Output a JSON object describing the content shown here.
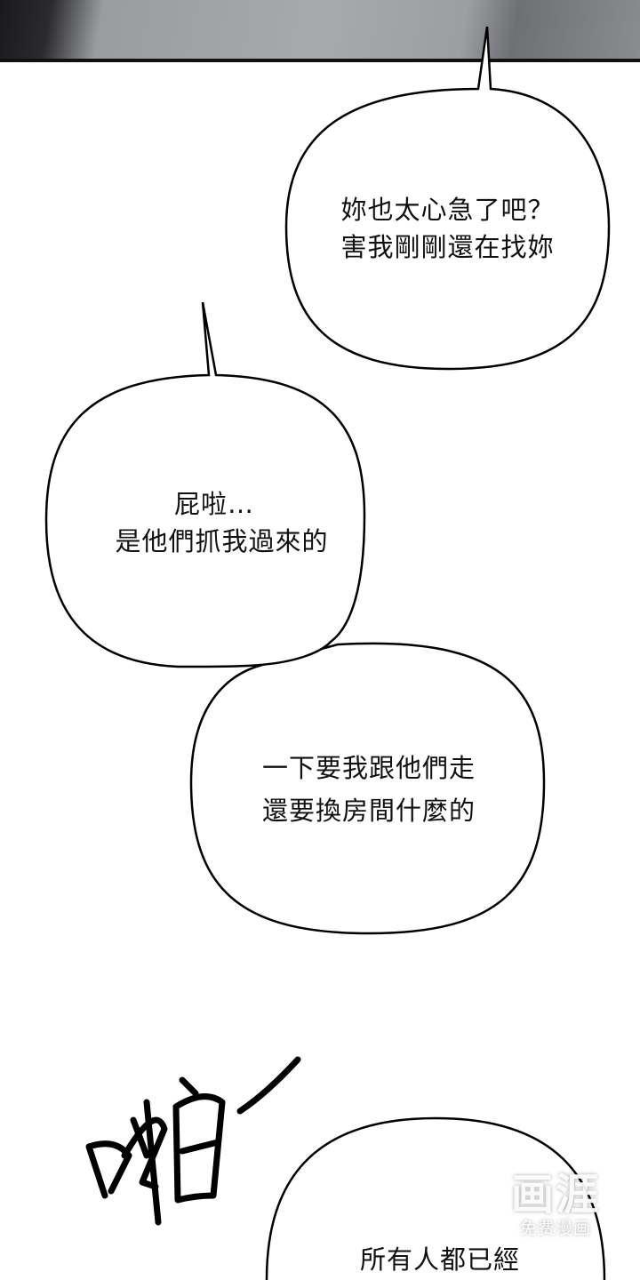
{
  "bubbles": [
    {
      "lines": [
        "妳也太心急了吧？",
        "害我剛剛還在找妳"
      ]
    },
    {
      "lines": [
        "屁啦…",
        "是他們抓我過來的"
      ]
    },
    {
      "lines": [
        "一下要我跟他們走",
        "還要換房間什麼的"
      ]
    },
    {
      "lines": [
        "所有人都已經"
      ]
    }
  ],
  "sfx": "啪—",
  "watermark": {
    "logo": "画涯",
    "tagline": "免费漫画"
  }
}
